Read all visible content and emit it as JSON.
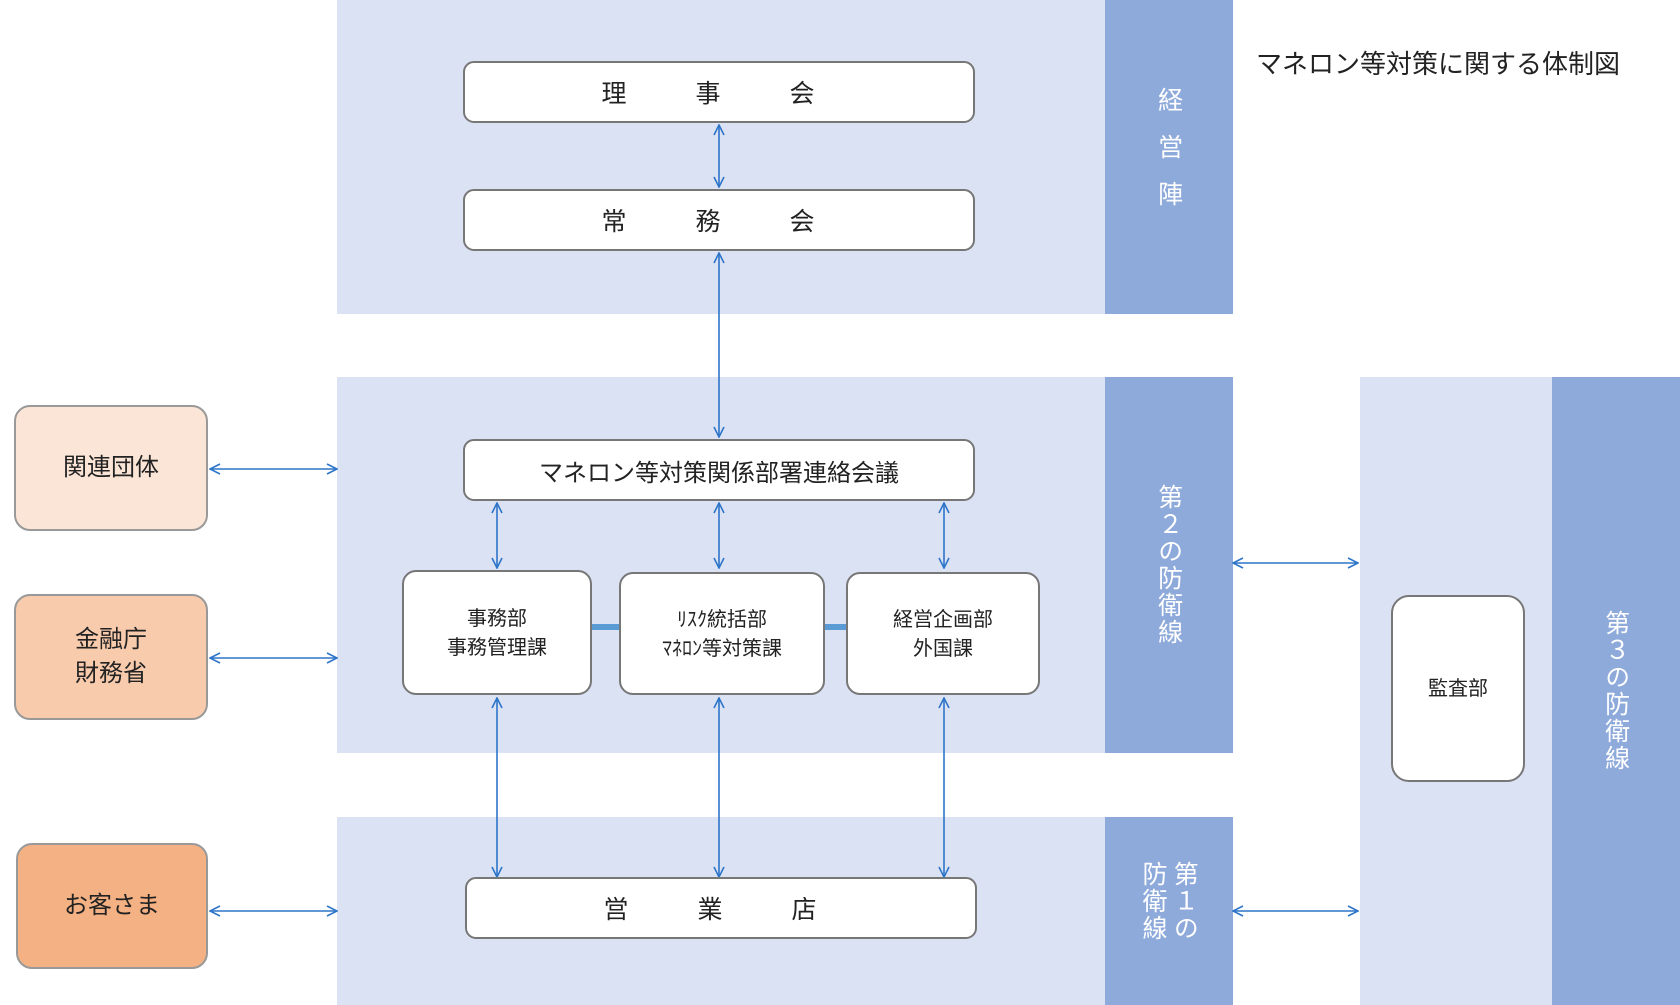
{
  "title": "マネロン等対策に関する体制図",
  "sections": {
    "management": {
      "label": "経営陣"
    },
    "line2": {
      "label": "第２の防衛線"
    },
    "line1": {
      "label": "第１の防衛線"
    },
    "line3": {
      "label": "第３の防衛線"
    }
  },
  "nodes": {
    "board": "理　事　会",
    "executive": "常　務　会",
    "council": "マネロン等対策関係部署連絡会議",
    "dept_admin": {
      "line1": "事務部",
      "line2": "事務管理課"
    },
    "dept_risk": {
      "line1": "ﾘｽｸ統括部",
      "line2": "ﾏﾈﾛﾝ等対策課"
    },
    "dept_planning": {
      "line1": "経営企画部",
      "line2": "外国課"
    },
    "branch": "営　業　店",
    "audit": "監査部"
  },
  "external": {
    "related": {
      "line1": "関連団体"
    },
    "fsa": {
      "line1": "金融庁",
      "line2": "財務省"
    },
    "customers": {
      "line1": "お客さま"
    }
  },
  "colors": {
    "band": "#dbe2f3",
    "label": "#8eaadb",
    "arrow": "#2e75c9",
    "connector": "#5b9bd5",
    "related_fill": "#fbe5d6",
    "fsa_fill": "#f8cbad",
    "customers_fill": "#f4b183"
  }
}
